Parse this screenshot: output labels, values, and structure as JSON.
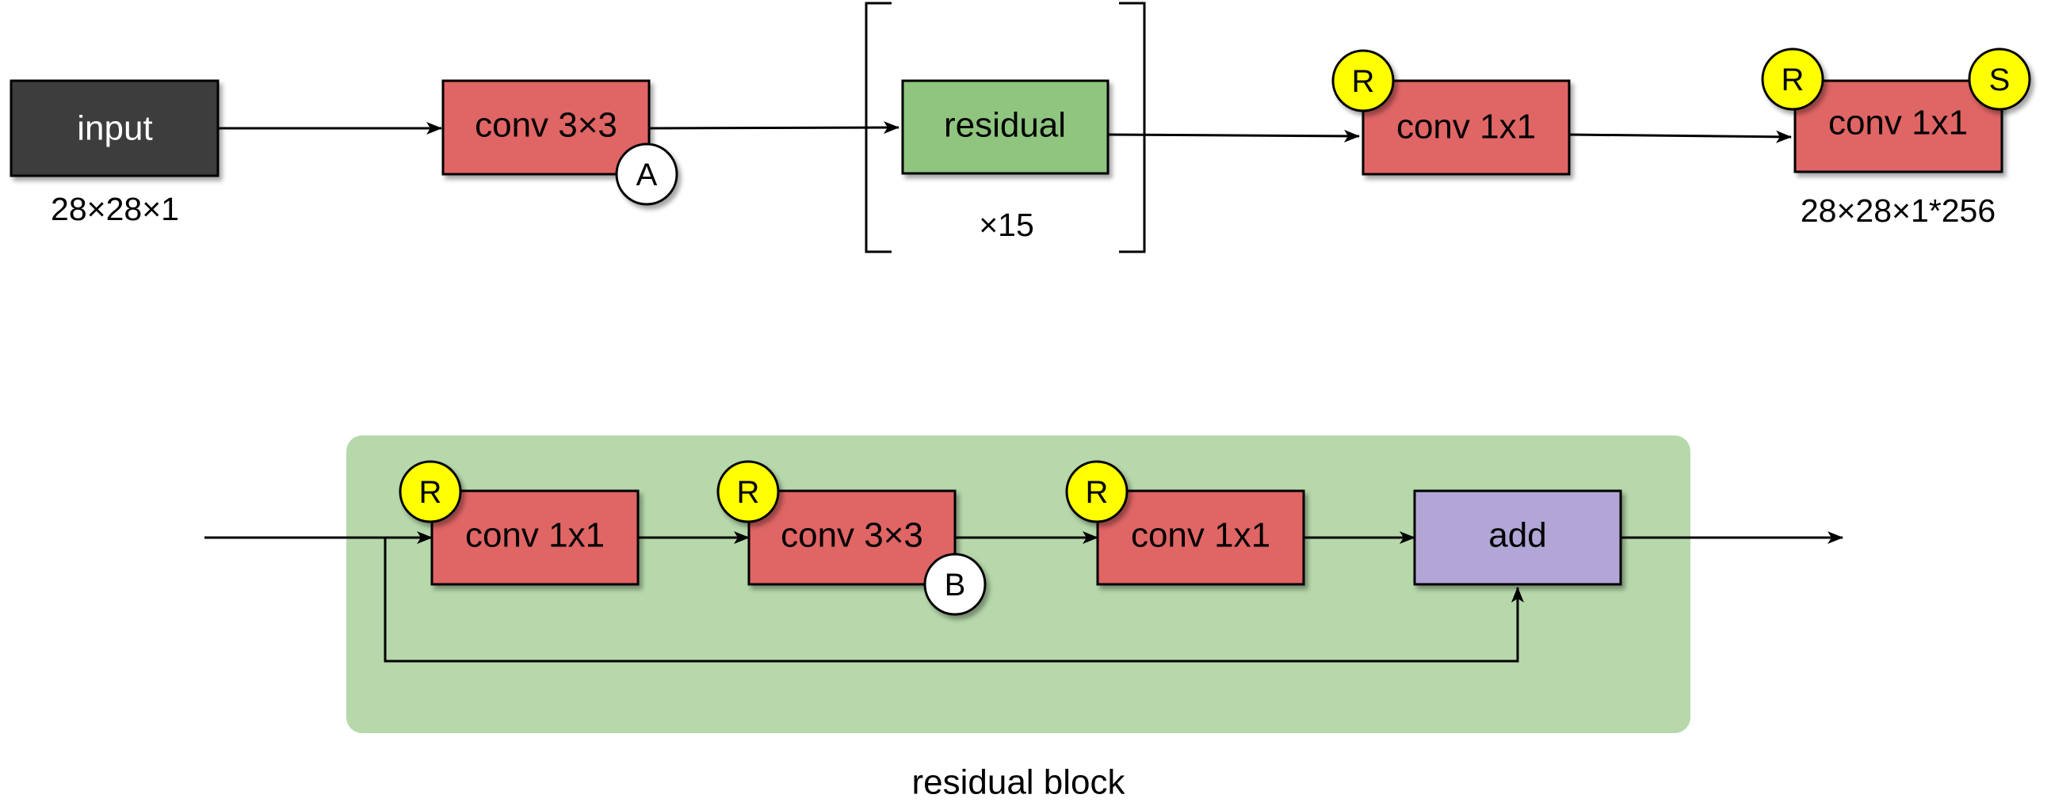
{
  "colors": {
    "input_fill": "#3e3e3e",
    "conv_fill": "#e06565",
    "residual_fill": "#8fc57f",
    "add_fill": "#b2a6d6",
    "block_background": "#b6d8aa",
    "badge_yellow": "#ffff00",
    "badge_white": "#ffffff",
    "stroke": "#000000",
    "text_dark": "#000000",
    "text_light": "#ffffff"
  },
  "top_row": {
    "input": {
      "label": "input",
      "shape": "28×28×1"
    },
    "conv_a": {
      "label": "conv 3×3",
      "badge": "A"
    },
    "residual": {
      "label": "residual",
      "repeat": "×15"
    },
    "conv_r": {
      "label": "conv 1x1",
      "badge": "R"
    },
    "conv_out": {
      "label": "conv 1x1",
      "badge_left": "R",
      "badge_right": "S",
      "shape": "28×28×1*256"
    }
  },
  "residual_block": {
    "caption": "residual block",
    "conv1": {
      "label": "conv 1x1",
      "badge": "R"
    },
    "conv2": {
      "label": "conv 3×3",
      "badge_top": "R",
      "badge_bottom": "B"
    },
    "conv3": {
      "label": "conv 1x1",
      "badge": "R"
    },
    "add": {
      "label": "add"
    }
  }
}
